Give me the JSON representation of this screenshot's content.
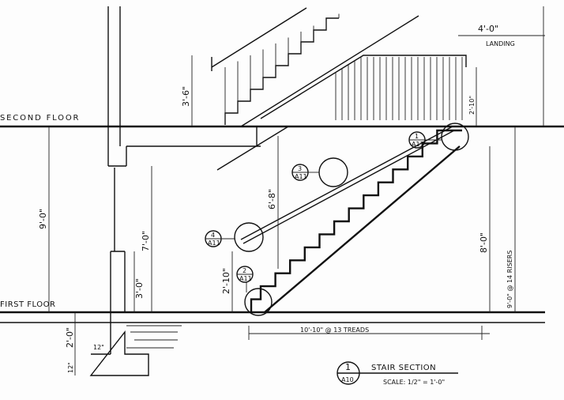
{
  "title": {
    "label": "STAIR SECTION",
    "scale": "SCALE: 1/2\" = 1'-0\"",
    "callout_num": "1",
    "callout_sheet": "A10"
  },
  "floors": {
    "second": "SECOND FLOOR",
    "first": "FIRST FLOOR"
  },
  "dimensions": {
    "floor_to_floor": "9'-0\"",
    "door_head": "7'-0\"",
    "wall_lower": "3'-0\"",
    "footing_depth": "2'-0\"",
    "footing_thickness": "12\"",
    "footing_width": "12\"",
    "treads": "10'-10\" @ 13 TREADS",
    "guard_height": "3'-6\"",
    "upper_rail": "2'-10\"",
    "headroom": "6'-8\"",
    "lower_rail": "2'-10\"",
    "landing_height": "8'-0\"",
    "risers": "9'-0\" @ 14 RISERS",
    "landing_width": "4'-0\"",
    "landing_label": "LANDING"
  },
  "callouts": [
    {
      "num": "1",
      "sheet": "A11"
    },
    {
      "num": "2",
      "sheet": "A11"
    },
    {
      "num": "3",
      "sheet": "A11"
    },
    {
      "num": "4",
      "sheet": "A11"
    }
  ],
  "stair": {
    "risers": 14,
    "treads": 13
  }
}
